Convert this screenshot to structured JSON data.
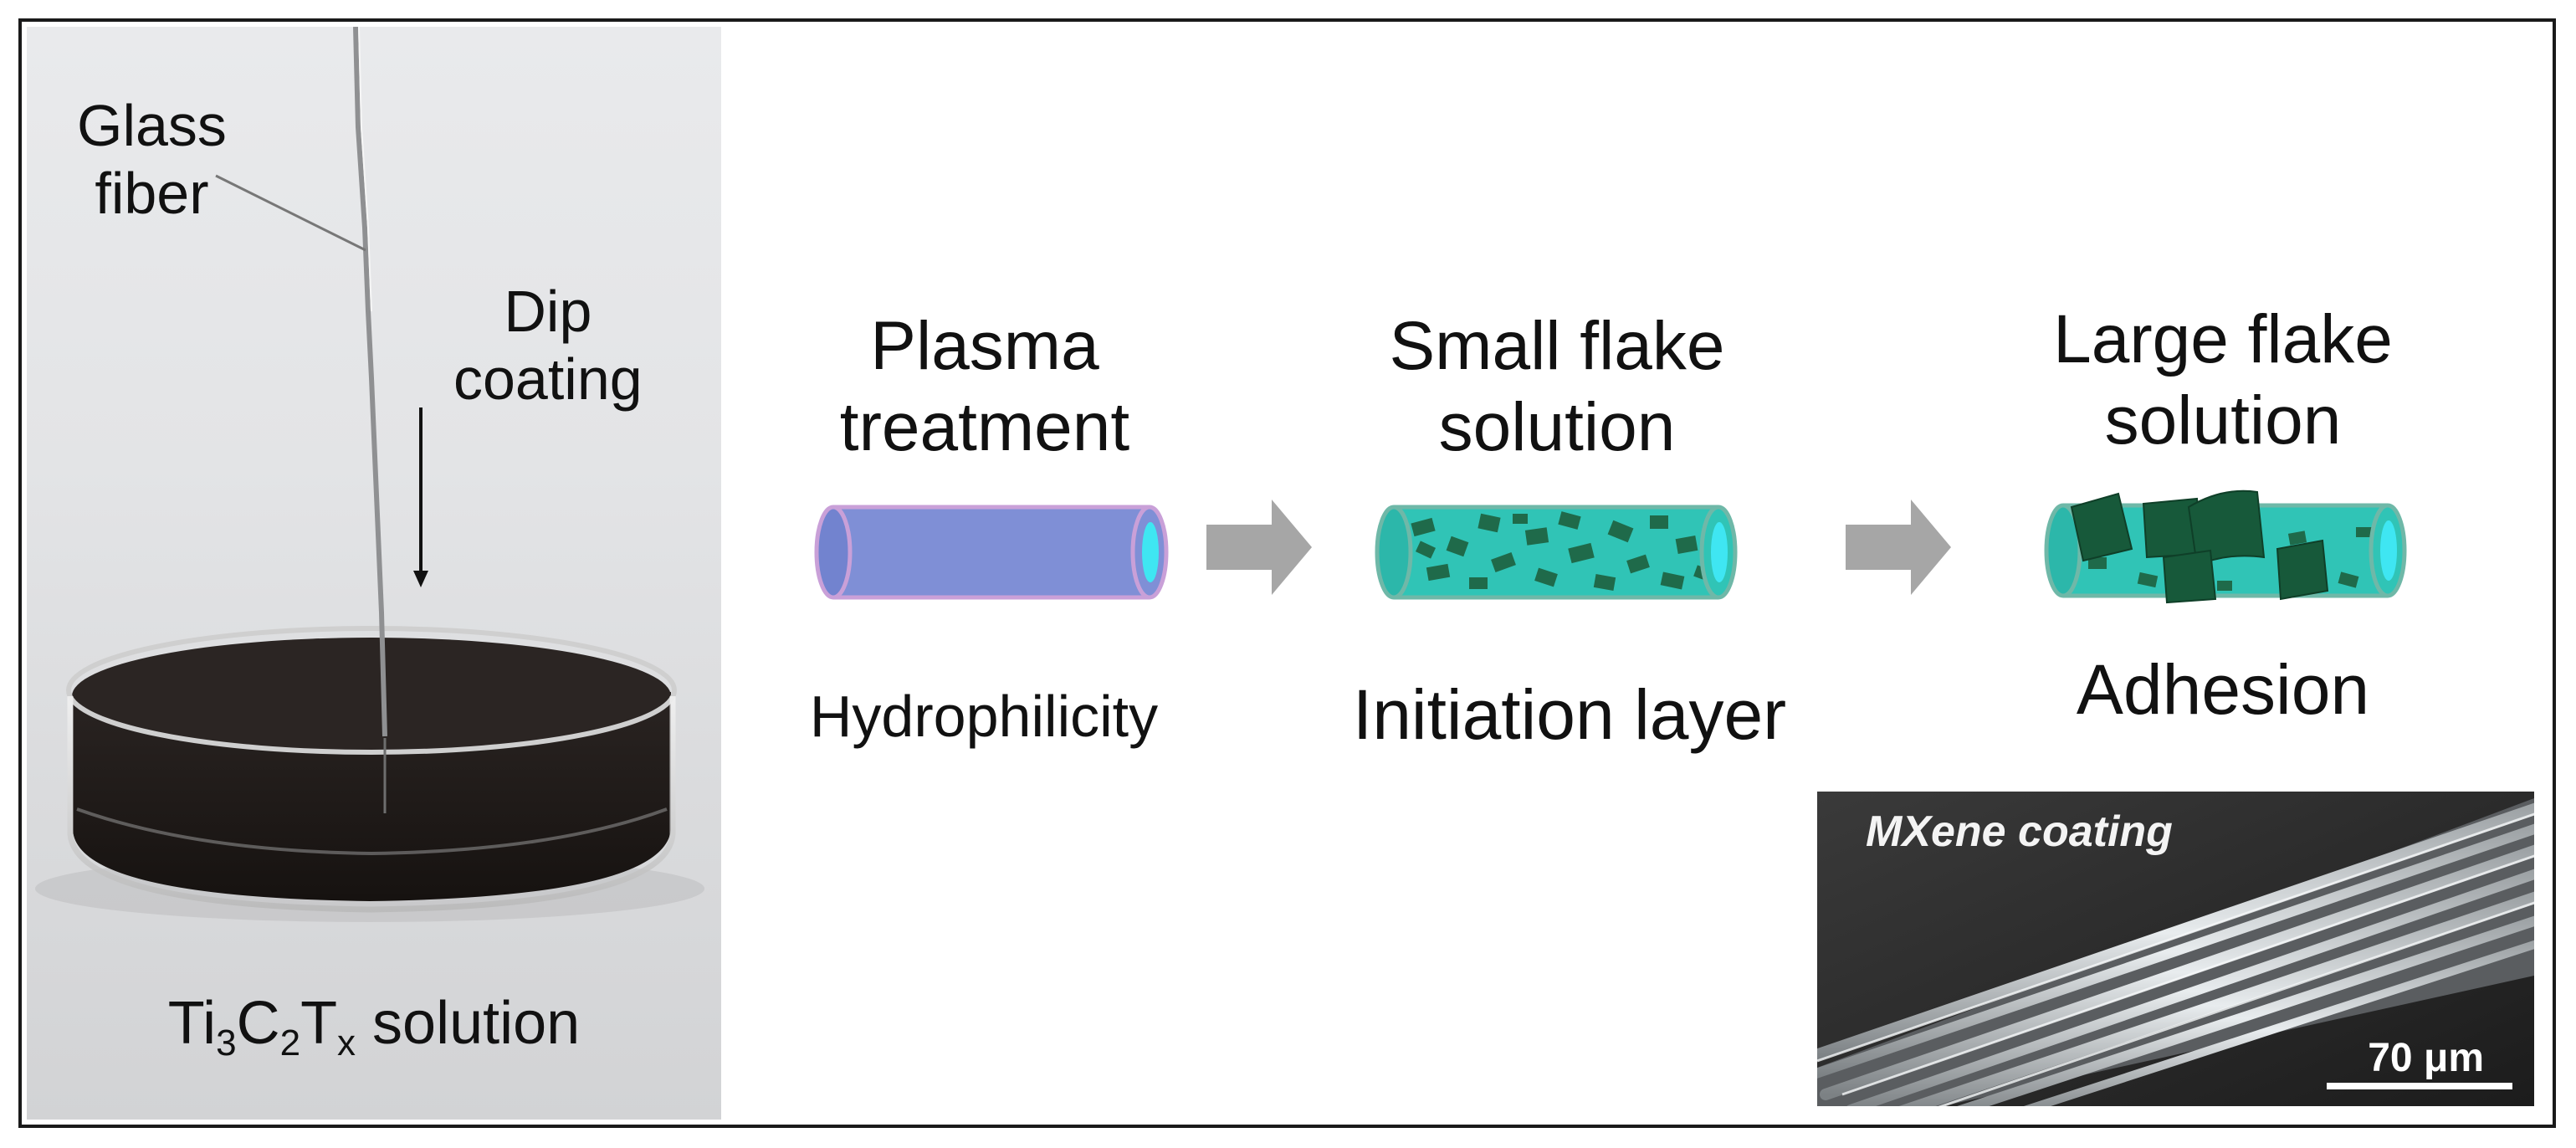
{
  "photo_panel": {
    "fiber_label_line1": "Glass",
    "fiber_label_line2": "fiber",
    "dip_label_line1": "Dip",
    "dip_label_line2": "coating",
    "solution_label_ti": "Ti",
    "solution_label_sub1": "3",
    "solution_label_c": "C",
    "solution_label_sub2": "2",
    "solution_label_t": "T",
    "solution_label_sub3": "x",
    "solution_label_rest": " solution"
  },
  "steps": [
    {
      "title_line1": "Plasma",
      "title_line2": "treatment",
      "caption": "Hydrophilicity"
    },
    {
      "title_line1": "Small flake",
      "title_line2": "solution",
      "caption": "Initiation layer"
    },
    {
      "title_line1": "Large flake",
      "title_line2": "solution",
      "caption": "Adhesion"
    }
  ],
  "micrograph": {
    "label": "MXene coating",
    "scale": "70 μm"
  },
  "colors": {
    "plasma_fiber": "#7f8fd6",
    "plasma_edge": "#c9a0d8",
    "coated_fiber": "#30c4b6",
    "small_flake": "#1f6a4a",
    "large_flake": "#17593a",
    "fiber_end": "#3fe6f2",
    "arrow": "#a6a6a6"
  }
}
